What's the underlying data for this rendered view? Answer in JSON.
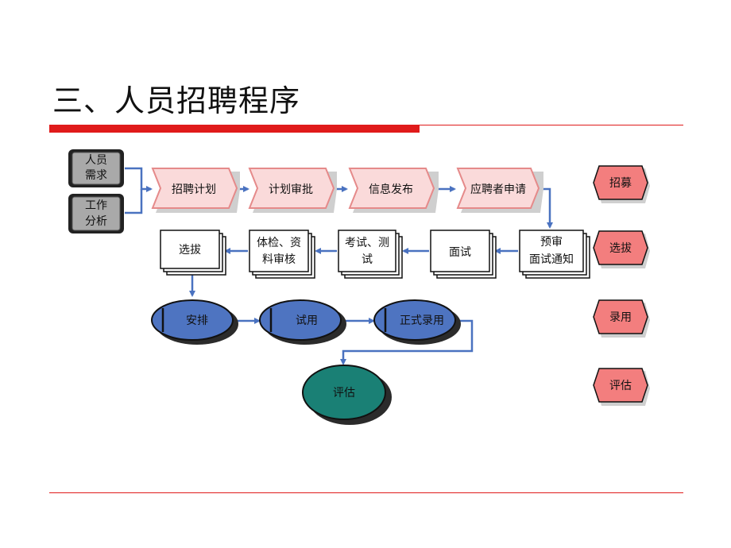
{
  "title": "三、人员招聘程序",
  "inputs": [
    {
      "line1": "人员",
      "line2": "需求"
    },
    {
      "line1": "工作",
      "line2": "分析"
    }
  ],
  "row1": [
    "招聘计划",
    "计划审批",
    "信息发布",
    "应聘者申请"
  ],
  "row2_right": {
    "line1": "预审",
    "line2": "面试通知"
  },
  "row2": {
    "interview": "面试",
    "exam": {
      "line1": "考试、测",
      "line2": "试"
    },
    "physical": {
      "line1": "体检、资",
      "line2": "料审核"
    },
    "select": "选拔"
  },
  "row3": [
    "安排",
    "试用",
    "正式录用"
  ],
  "evaluate": "评估",
  "stages": [
    "招募",
    "选拔",
    "录用",
    "评估"
  ],
  "colors": {
    "accent_red": "#e01b1b",
    "chevron_fill": "#fadada",
    "chevron_stroke": "#e58a8a",
    "stage_fill": "#f37e7e",
    "oval_blue": "#4e74c1",
    "eval_teal": "#1a8075",
    "arrow_blue": "#4a72c0",
    "input_gray": "#a9a9a9"
  }
}
